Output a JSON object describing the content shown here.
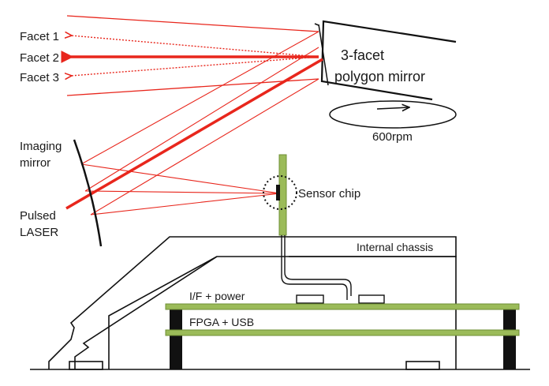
{
  "labels": {
    "facet1": "Facet 1",
    "facet2": "Facet 2",
    "facet3": "Facet 3",
    "polygon_line1": "3-facet",
    "polygon_line2": "polygon mirror",
    "rpm": "600rpm",
    "imaging_line1": "Imaging",
    "imaging_line2": "mirror",
    "laser_line1": "Pulsed",
    "laser_line2": "LASER",
    "sensor": "Sensor chip",
    "chassis": "Internal chassis",
    "if_power": "I/F + power",
    "fpga_usb": "FPGA + USB"
  },
  "colors": {
    "beam": "#e8261c",
    "pcb_fill": "#9bbb59",
    "pcb_stroke": "#6f8f35",
    "outline": "#111111",
    "support": "#111111"
  },
  "icons": {
    "rotation": "ellipse-arrow-icon",
    "sensor_focus": "dotted-circle-icon"
  }
}
